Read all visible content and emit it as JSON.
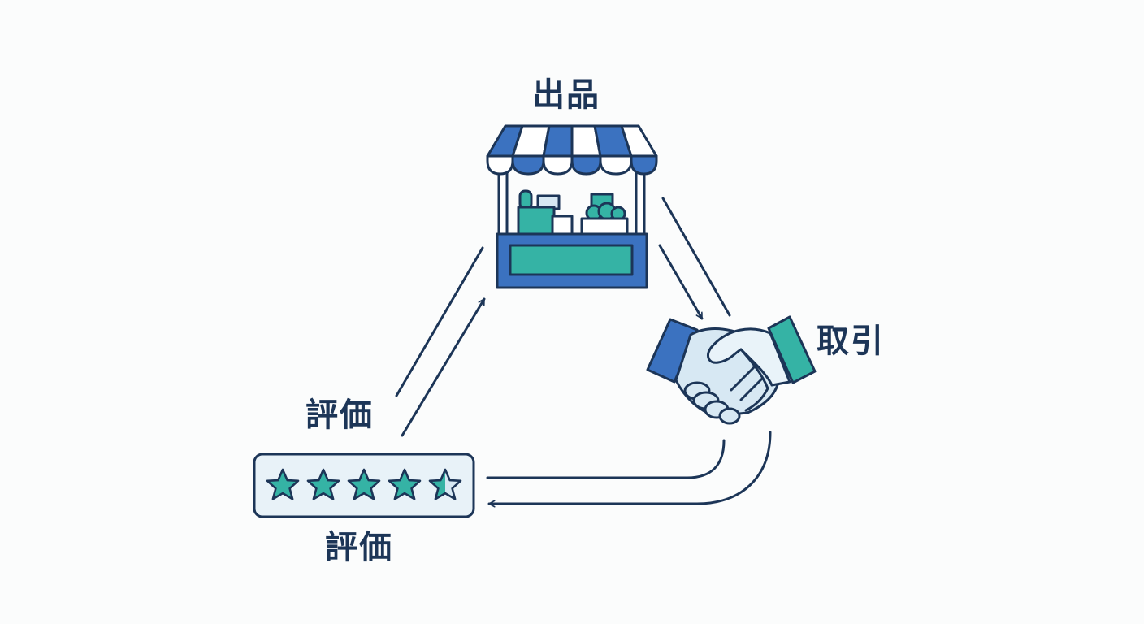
{
  "nodes": {
    "listing": {
      "label": "出品",
      "icon": "market-stall-icon"
    },
    "trade": {
      "label": "取引",
      "icon": "handshake-icon"
    },
    "review": {
      "label": "評価",
      "icon": "five-star-rating-icon",
      "rating": 4.5,
      "rating_max": 5
    }
  },
  "extra_labels": {
    "review_top": "評価"
  },
  "colors": {
    "outline": "#1c3557",
    "blue": "#3b72c0",
    "teal": "#35b3a5",
    "light_blue": "#d7e8f3",
    "white": "#ffffff",
    "background": "#fbfcfc"
  }
}
